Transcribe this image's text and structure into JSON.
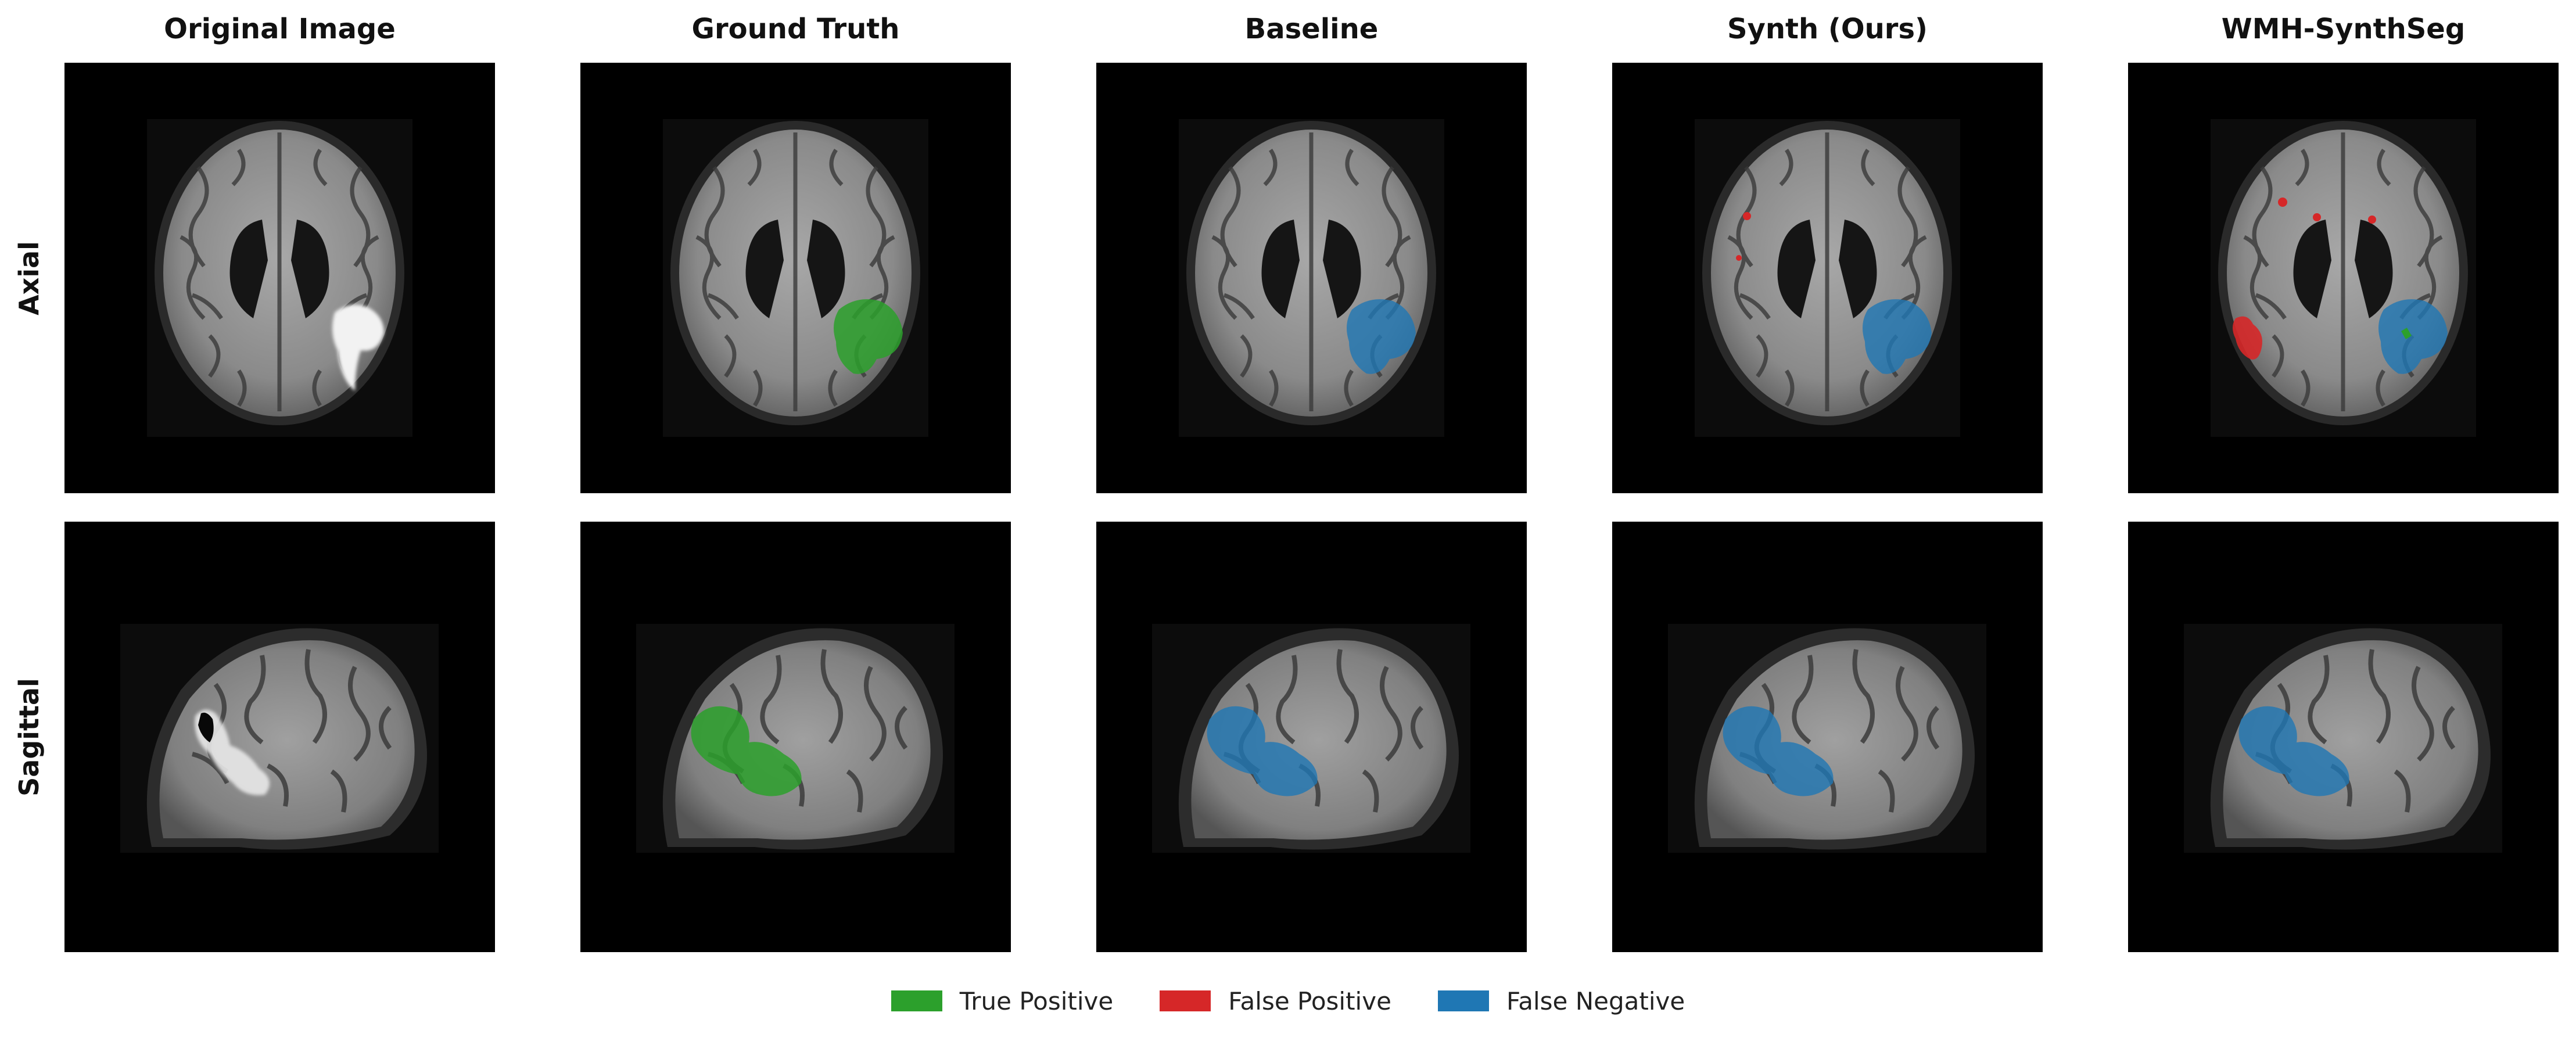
{
  "columns": [
    "Original Image",
    "Ground Truth",
    "Baseline",
    "Synth (Ours)",
    "WMH-SynthSeg"
  ],
  "rows": [
    "Axial",
    "Sagittal"
  ],
  "legend": [
    {
      "label": "True Positive",
      "color": "#2ca02c"
    },
    {
      "label": "False Positive",
      "color": "#d62728"
    },
    {
      "label": "False Negative",
      "color": "#1f77b4"
    }
  ],
  "colors": {
    "true_positive": "#2ca02c",
    "false_positive": "#d62728",
    "false_negative": "#1f77b4",
    "background": "#000000"
  }
}
